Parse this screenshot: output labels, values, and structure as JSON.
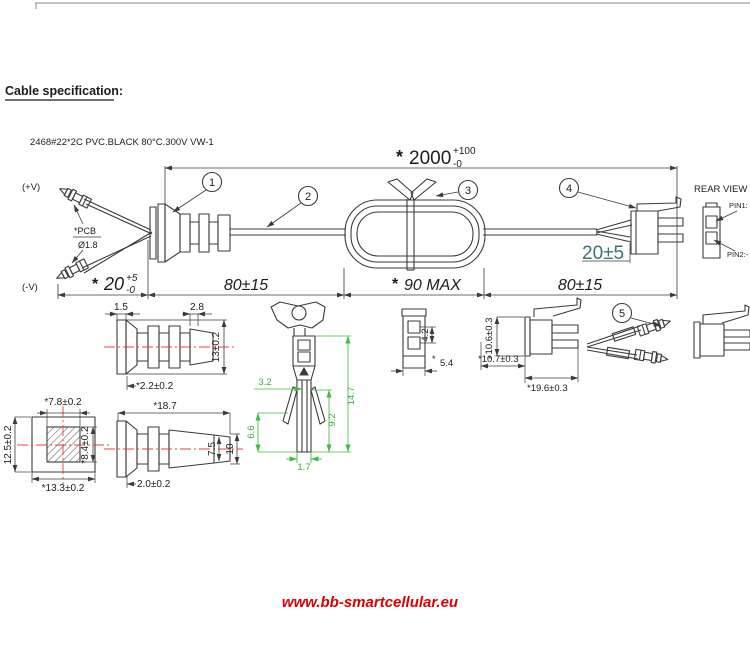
{
  "header": {
    "title": "Cable specification:",
    "spec": "2468#22*2C PVC.BLACK 80°C.300V VW-1"
  },
  "main": {
    "labels": {
      "plus_v": "(+V)",
      "minus_v": "(-V)",
      "pcb": "*PCB",
      "pcb_dia": "Ø1.8",
      "rear_view": "REAR VIEW",
      "pin1": "PIN1:",
      "pin2": "PIN2:-",
      "tail_dim": "20±5"
    },
    "callouts": {
      "c1": "1",
      "c2": "2",
      "c3": "3",
      "c4": "4",
      "c5": "5"
    },
    "dim_overall": {
      "star": "*",
      "value": "2000",
      "tol_up": "+100",
      "tol_dn": "-0"
    },
    "dim_lead": {
      "star": "*",
      "value": "20",
      "tol_up": "+5",
      "tol_dn": "-0"
    },
    "dim_seg_left": "80±15",
    "dim_seg_mid_star": "*",
    "dim_seg_mid": "90 MAX",
    "dim_seg_right": "80±15"
  },
  "details": {
    "grommet_a": {
      "flange_w": "1.5",
      "head_w": "2.8",
      "height": "13±0.2",
      "depth": "*2.2±0.2"
    },
    "square": {
      "top": "*7.8±0.2",
      "left": "12.5±0.2",
      "right": "*8.4±0.2",
      "bottom": "*13.3±0.2"
    },
    "grommet_b": {
      "length": "*18.7",
      "inner_h": "7.5",
      "outer_h": "10",
      "depth": "2.0±0.2"
    },
    "terminal": {
      "slot_w": "3.2",
      "wing_h": "6.6",
      "barrel_h": "9.2",
      "total_h": "14.7",
      "tip_w": "1.7"
    },
    "housing_front": {
      "pitch": "4.2",
      "width_star": "*",
      "width": "5.4"
    },
    "housing_side": {
      "height": "10.6±0.3",
      "height_star": "*",
      "depth": "*10.7±0.3",
      "length": "*19.6±0.3"
    }
  },
  "footer": {
    "website": "www.bb-smartcellular.eu"
  },
  "colors": {
    "line": "#3b3b3b",
    "centerline": "#e84040",
    "green_dim": "#44bb44",
    "teal_dim": "#3d7373",
    "url_red": "#dd0000"
  }
}
